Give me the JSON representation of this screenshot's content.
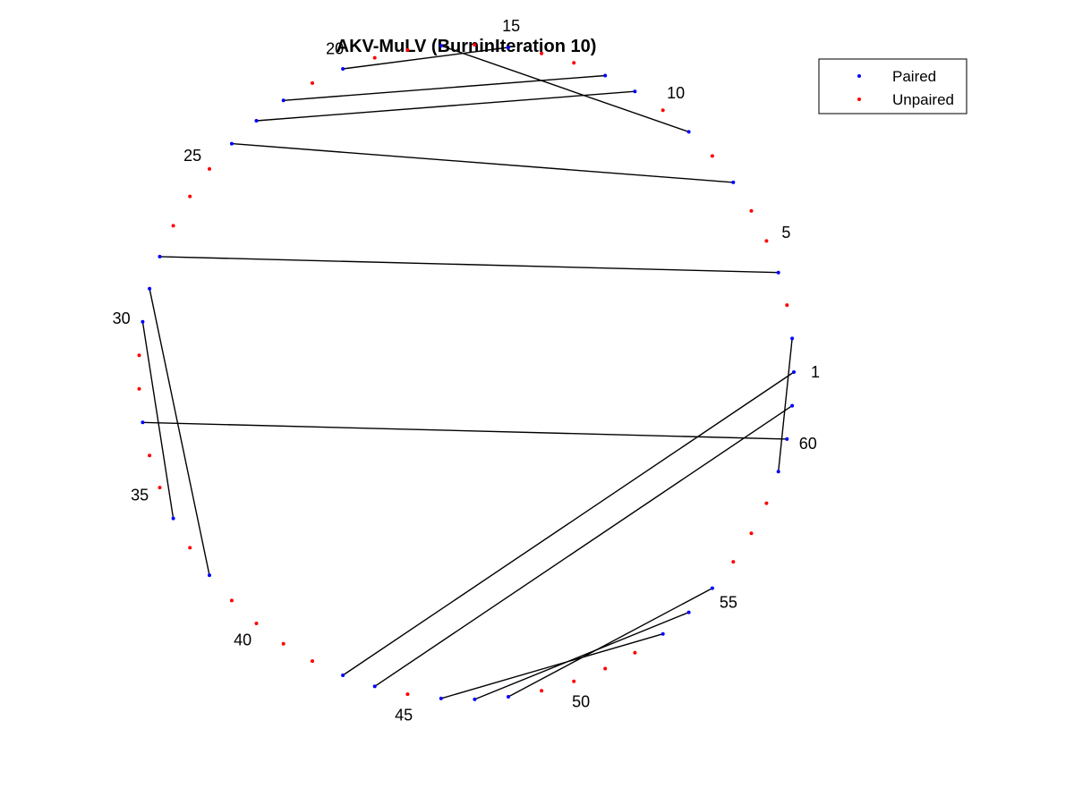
{
  "chart_data": {
    "type": "scatter",
    "title": "AKV-MuLV (BurninIteration 10)",
    "n_positions": 61,
    "position_labels": [
      1,
      5,
      10,
      15,
      20,
      25,
      30,
      35,
      40,
      45,
      50,
      55,
      60
    ],
    "pairs": [
      [
        1,
        43
      ],
      [
        2,
        59
      ],
      [
        4,
        28
      ],
      [
        7,
        24
      ],
      [
        9,
        17
      ],
      [
        11,
        23
      ],
      [
        12,
        22
      ],
      [
        15,
        20
      ],
      [
        29,
        38
      ],
      [
        30,
        36
      ],
      [
        33,
        60
      ],
      [
        44,
        61
      ],
      [
        46,
        53
      ],
      [
        47,
        54
      ],
      [
        48,
        55
      ]
    ],
    "series": [
      {
        "name": "Paired",
        "color": "#0000ff"
      },
      {
        "name": "Unpaired",
        "color": "#ff0000"
      }
    ],
    "legend_position": "top-right"
  }
}
